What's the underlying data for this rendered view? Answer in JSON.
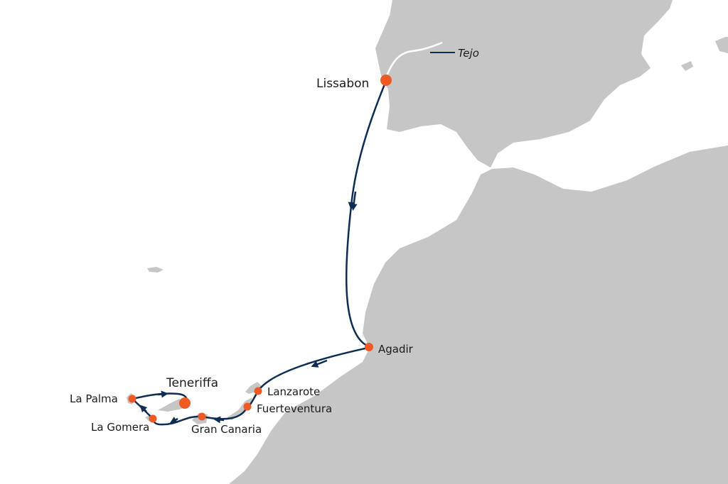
{
  "colors": {
    "land": "#c6c6c6",
    "sea": "#ffffff",
    "route": "#0e2d54",
    "port": "#ef5a24",
    "river": "#ffffff"
  },
  "river": {
    "name": "Tejo"
  },
  "ports": [
    {
      "name": "Lissabon",
      "size": "large"
    },
    {
      "name": "Agadir",
      "size": "small"
    },
    {
      "name": "Lanzarote",
      "size": "small"
    },
    {
      "name": "Fuerteventura",
      "size": "small"
    },
    {
      "name": "Gran Canaria",
      "size": "small"
    },
    {
      "name": "La Gomera",
      "size": "small"
    },
    {
      "name": "La Palma",
      "size": "small"
    },
    {
      "name": "Teneriffa",
      "size": "large"
    }
  ]
}
